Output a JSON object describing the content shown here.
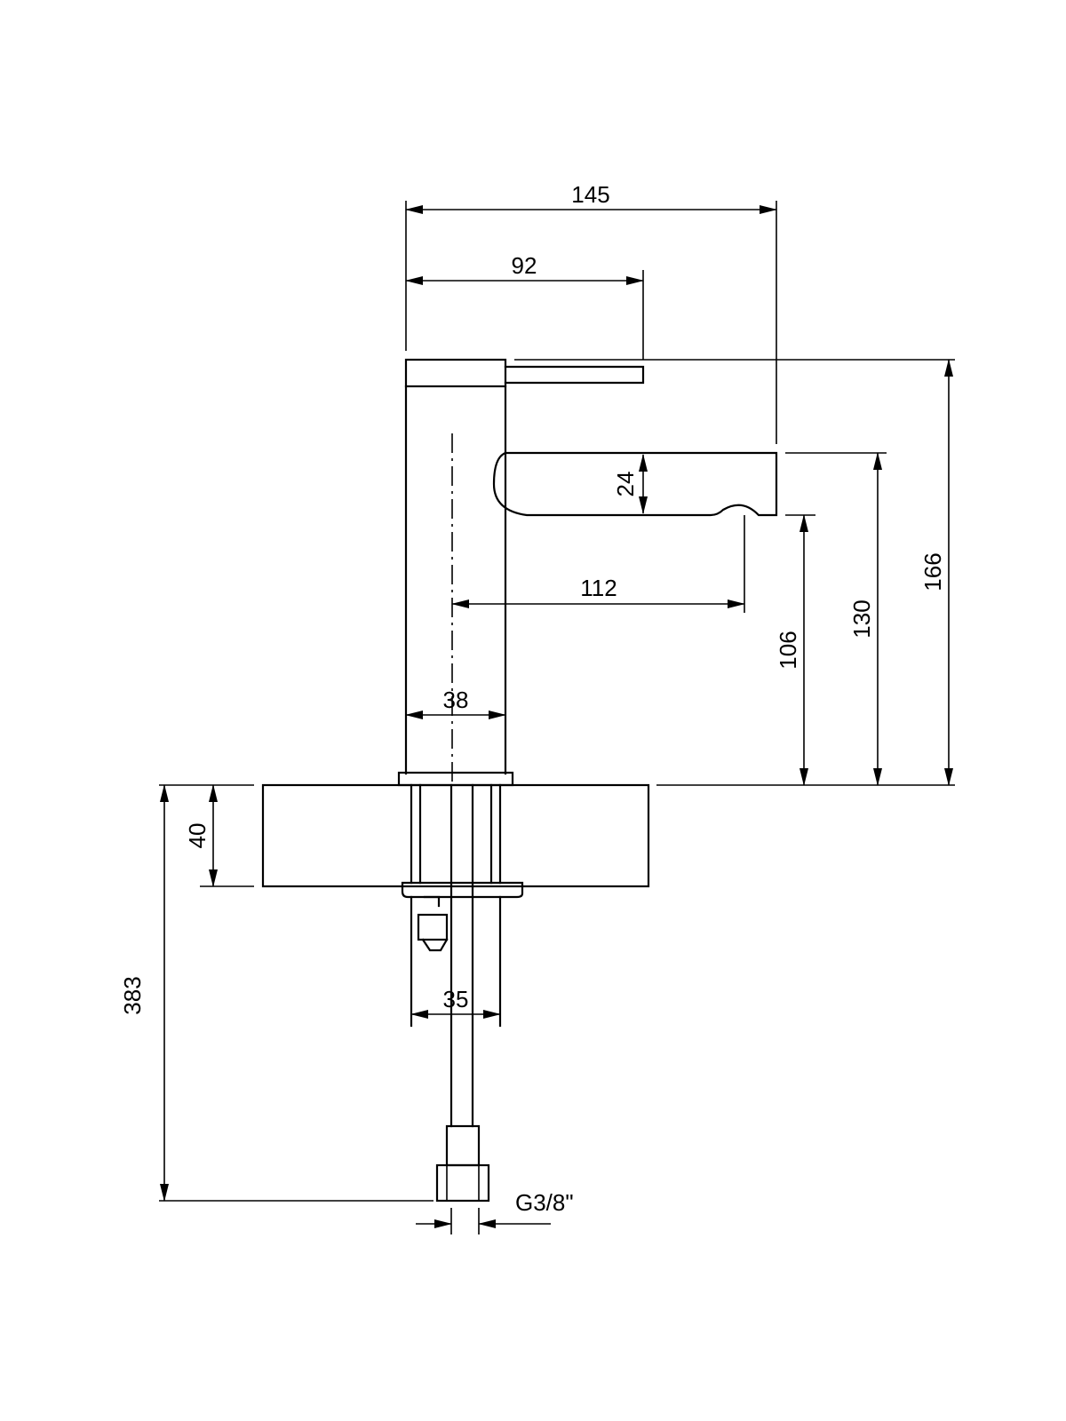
{
  "drawing": {
    "stroke_color": "#000000",
    "background": "#ffffff",
    "dimensions": {
      "overall_reach": "145",
      "lever_reach": "92",
      "spout_height": "24",
      "spout_projection": "112",
      "body_diameter": "38",
      "outlet_height": "106",
      "spout_top_height": "130",
      "total_height": "166",
      "deck_thickness": "40",
      "hose_length": "383",
      "shank_diameter": "35",
      "thread_size": "G3/8\""
    }
  }
}
